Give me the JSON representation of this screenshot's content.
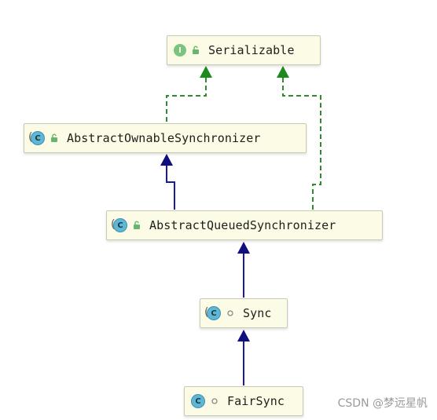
{
  "nodes": {
    "serializable": {
      "name": "Serializable",
      "kind": "interface",
      "icon_letter": "I",
      "access": "public"
    },
    "aos": {
      "name": "AbstractOwnableSynchronizer",
      "kind": "abstract-class",
      "icon_letter": "C",
      "access": "public"
    },
    "aqs": {
      "name": "AbstractQueuedSynchronizer",
      "kind": "abstract-class",
      "icon_letter": "C",
      "access": "public"
    },
    "sync": {
      "name": "Sync",
      "kind": "abstract-class",
      "icon_letter": "C",
      "access": "package-private"
    },
    "fairsync": {
      "name": "FairSync",
      "kind": "class",
      "icon_letter": "C",
      "access": "package-private"
    }
  },
  "relations": [
    {
      "from": "AbstractOwnableSynchronizer",
      "to": "Serializable",
      "type": "implements"
    },
    {
      "from": "AbstractQueuedSynchronizer",
      "to": "Serializable",
      "type": "implements"
    },
    {
      "from": "AbstractQueuedSynchronizer",
      "to": "AbstractOwnableSynchronizer",
      "type": "extends"
    },
    {
      "from": "Sync",
      "to": "AbstractQueuedSynchronizer",
      "type": "extends"
    },
    {
      "from": "FairSync",
      "to": "Sync",
      "type": "extends"
    }
  ],
  "colors": {
    "implements_edge": "#2e8b2e",
    "extends_edge": "#1a1a9c",
    "node_background": "#fbfbe6",
    "interface_icon": "#7bc47f",
    "class_icon": "#5fb7d4"
  },
  "watermark": "CSDN @梦远星帆"
}
